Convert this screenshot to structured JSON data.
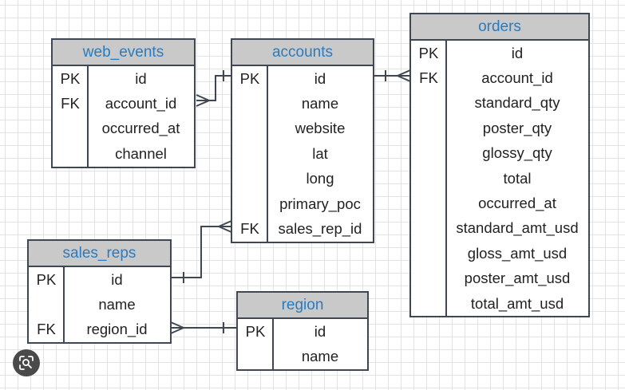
{
  "tables": {
    "web_events": {
      "title": "web_events",
      "rows": [
        {
          "key": "PK",
          "column": "id"
        },
        {
          "key": "FK",
          "column": "account_id"
        },
        {
          "key": "",
          "column": "occurred_at"
        },
        {
          "key": "",
          "column": "channel"
        }
      ]
    },
    "accounts": {
      "title": "accounts",
      "rows": [
        {
          "key": "PK",
          "column": "id"
        },
        {
          "key": "",
          "column": "name"
        },
        {
          "key": "",
          "column": "website"
        },
        {
          "key": "",
          "column": "lat"
        },
        {
          "key": "",
          "column": "long"
        },
        {
          "key": "",
          "column": "primary_poc"
        },
        {
          "key": "FK",
          "column": "sales_rep_id"
        }
      ]
    },
    "orders": {
      "title": "orders",
      "rows": [
        {
          "key": "PK",
          "column": "id"
        },
        {
          "key": "FK",
          "column": "account_id"
        },
        {
          "key": "",
          "column": "standard_qty"
        },
        {
          "key": "",
          "column": "poster_qty"
        },
        {
          "key": "",
          "column": "glossy_qty"
        },
        {
          "key": "",
          "column": "total"
        },
        {
          "key": "",
          "column": "occurred_at"
        },
        {
          "key": "",
          "column": "standard_amt_usd"
        },
        {
          "key": "",
          "column": "gloss_amt_usd"
        },
        {
          "key": "",
          "column": "poster_amt_usd"
        },
        {
          "key": "",
          "column": "total_amt_usd"
        }
      ]
    },
    "sales_reps": {
      "title": "sales_reps",
      "rows": [
        {
          "key": "PK",
          "column": "id"
        },
        {
          "key": "",
          "column": "name"
        },
        {
          "key": "FK",
          "column": "region_id"
        }
      ]
    },
    "region": {
      "title": "region",
      "rows": [
        {
          "key": "PK",
          "column": "id"
        },
        {
          "key": "",
          "column": "name"
        }
      ]
    }
  },
  "relationships": [
    {
      "from": "accounts.id",
      "to": "web_events.account_id",
      "cardinality": "one-to-many"
    },
    {
      "from": "accounts.id",
      "to": "orders.account_id",
      "cardinality": "one-to-many"
    },
    {
      "from": "sales_reps.id",
      "to": "accounts.sales_rep_id",
      "cardinality": "one-to-many"
    },
    {
      "from": "region.id",
      "to": "sales_reps.region_id",
      "cardinality": "one-to-many"
    }
  ],
  "colors": {
    "title_text": "#2a7bbf",
    "title_bg": "#c9c9c9",
    "border": "#3f4753",
    "grid": "#e4e4e4"
  },
  "icons": {
    "lens_button": "image-search-icon"
  }
}
